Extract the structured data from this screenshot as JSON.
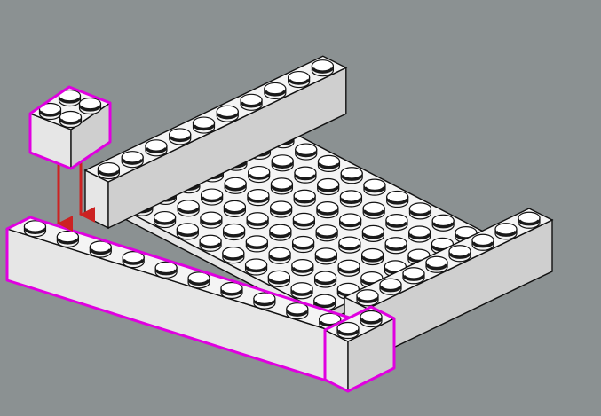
{
  "scene": {
    "background_color": "#8b9192",
    "brick_face_top": "#f4f4f4",
    "brick_face_left": "#e6e6e6",
    "brick_face_right": "#cfcfcf",
    "outline_color": "#111111",
    "highlight_color": "#e000e0",
    "arrow_color": "#cc2222"
  },
  "baseplate": {
    "columns": 10,
    "rows": 7
  },
  "bricks": [
    {
      "name": "back-left-wall",
      "studs": 10,
      "highlighted": false
    },
    {
      "name": "right-wall",
      "studs": 8,
      "highlighted": false
    },
    {
      "name": "front-wall",
      "studs": 10,
      "highlighted": true
    },
    {
      "name": "corner-brick",
      "studs": 4,
      "highlighted": true
    },
    {
      "name": "floating-brick",
      "studs": 4,
      "highlighted": true
    }
  ],
  "arrows": {
    "count": 2,
    "direction": "down"
  }
}
